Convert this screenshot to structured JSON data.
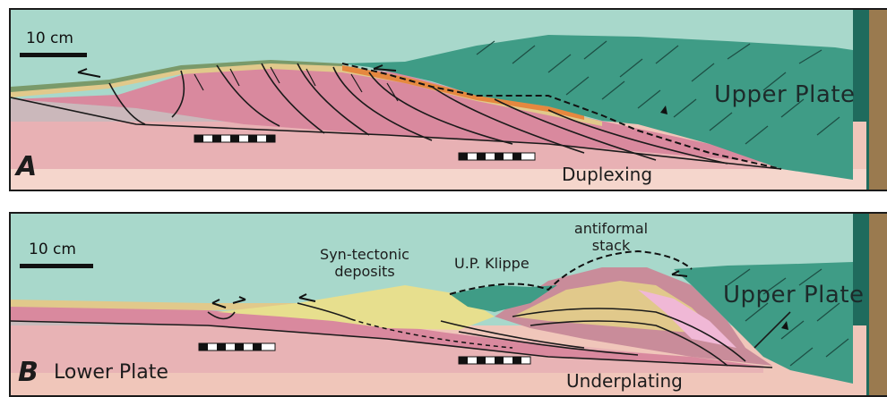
{
  "panel_a": {
    "letter": "A",
    "scale_label": "10 cm",
    "upper_plate": "Upper Plate",
    "process": "Duplexing"
  },
  "panel_b": {
    "letter": "B",
    "scale_label": "10 cm",
    "upper_plate": "Upper Plate",
    "lower_plate": "Lower Plate",
    "process": "Underplating",
    "syn_tectonic": [
      "Syn-tectonic",
      "deposits"
    ],
    "klippe": "U.P. Klippe",
    "antiformal": [
      "antiformal",
      "stack"
    ]
  },
  "colors": {
    "background_wall": "#9fd4c6",
    "upper_plate": "#3f9c86",
    "lower_pink": "#d9899e",
    "table": "#f0c6ba",
    "yellow_deposits": "#e7df8e",
    "orange_layer": "#e5883f",
    "light_pink_stack": "#f0b8d6"
  },
  "icons": [
    "half-arrow-left-icon",
    "fault-arrow-icon",
    "checkered-ruler-icon"
  ]
}
